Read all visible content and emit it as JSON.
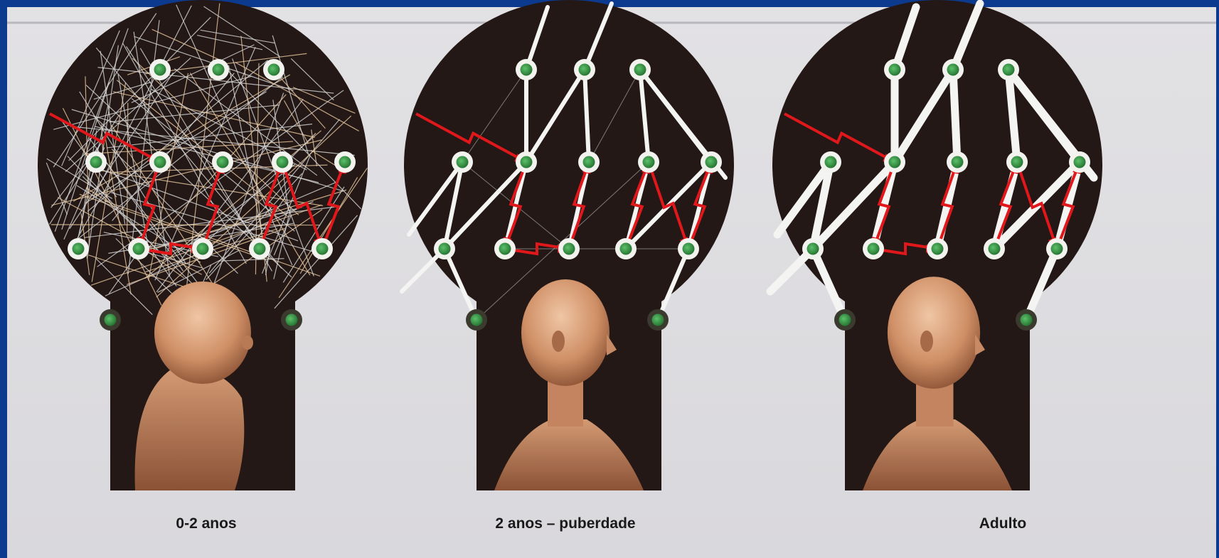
{
  "colors": {
    "background": "#0b3a8e",
    "paper": "#dcdbdf",
    "silhouette": "#231815",
    "neuron_core": "#2f8a3a",
    "neuron_ring": "#f2f2ef",
    "signal": "#e0171b",
    "skin": "#c98a64"
  },
  "panels": [
    {
      "id": "infant",
      "caption": "0-2 anos"
    },
    {
      "id": "child",
      "caption": "2 anos – puberdade"
    },
    {
      "id": "adult",
      "caption": "Adulto"
    }
  ]
}
